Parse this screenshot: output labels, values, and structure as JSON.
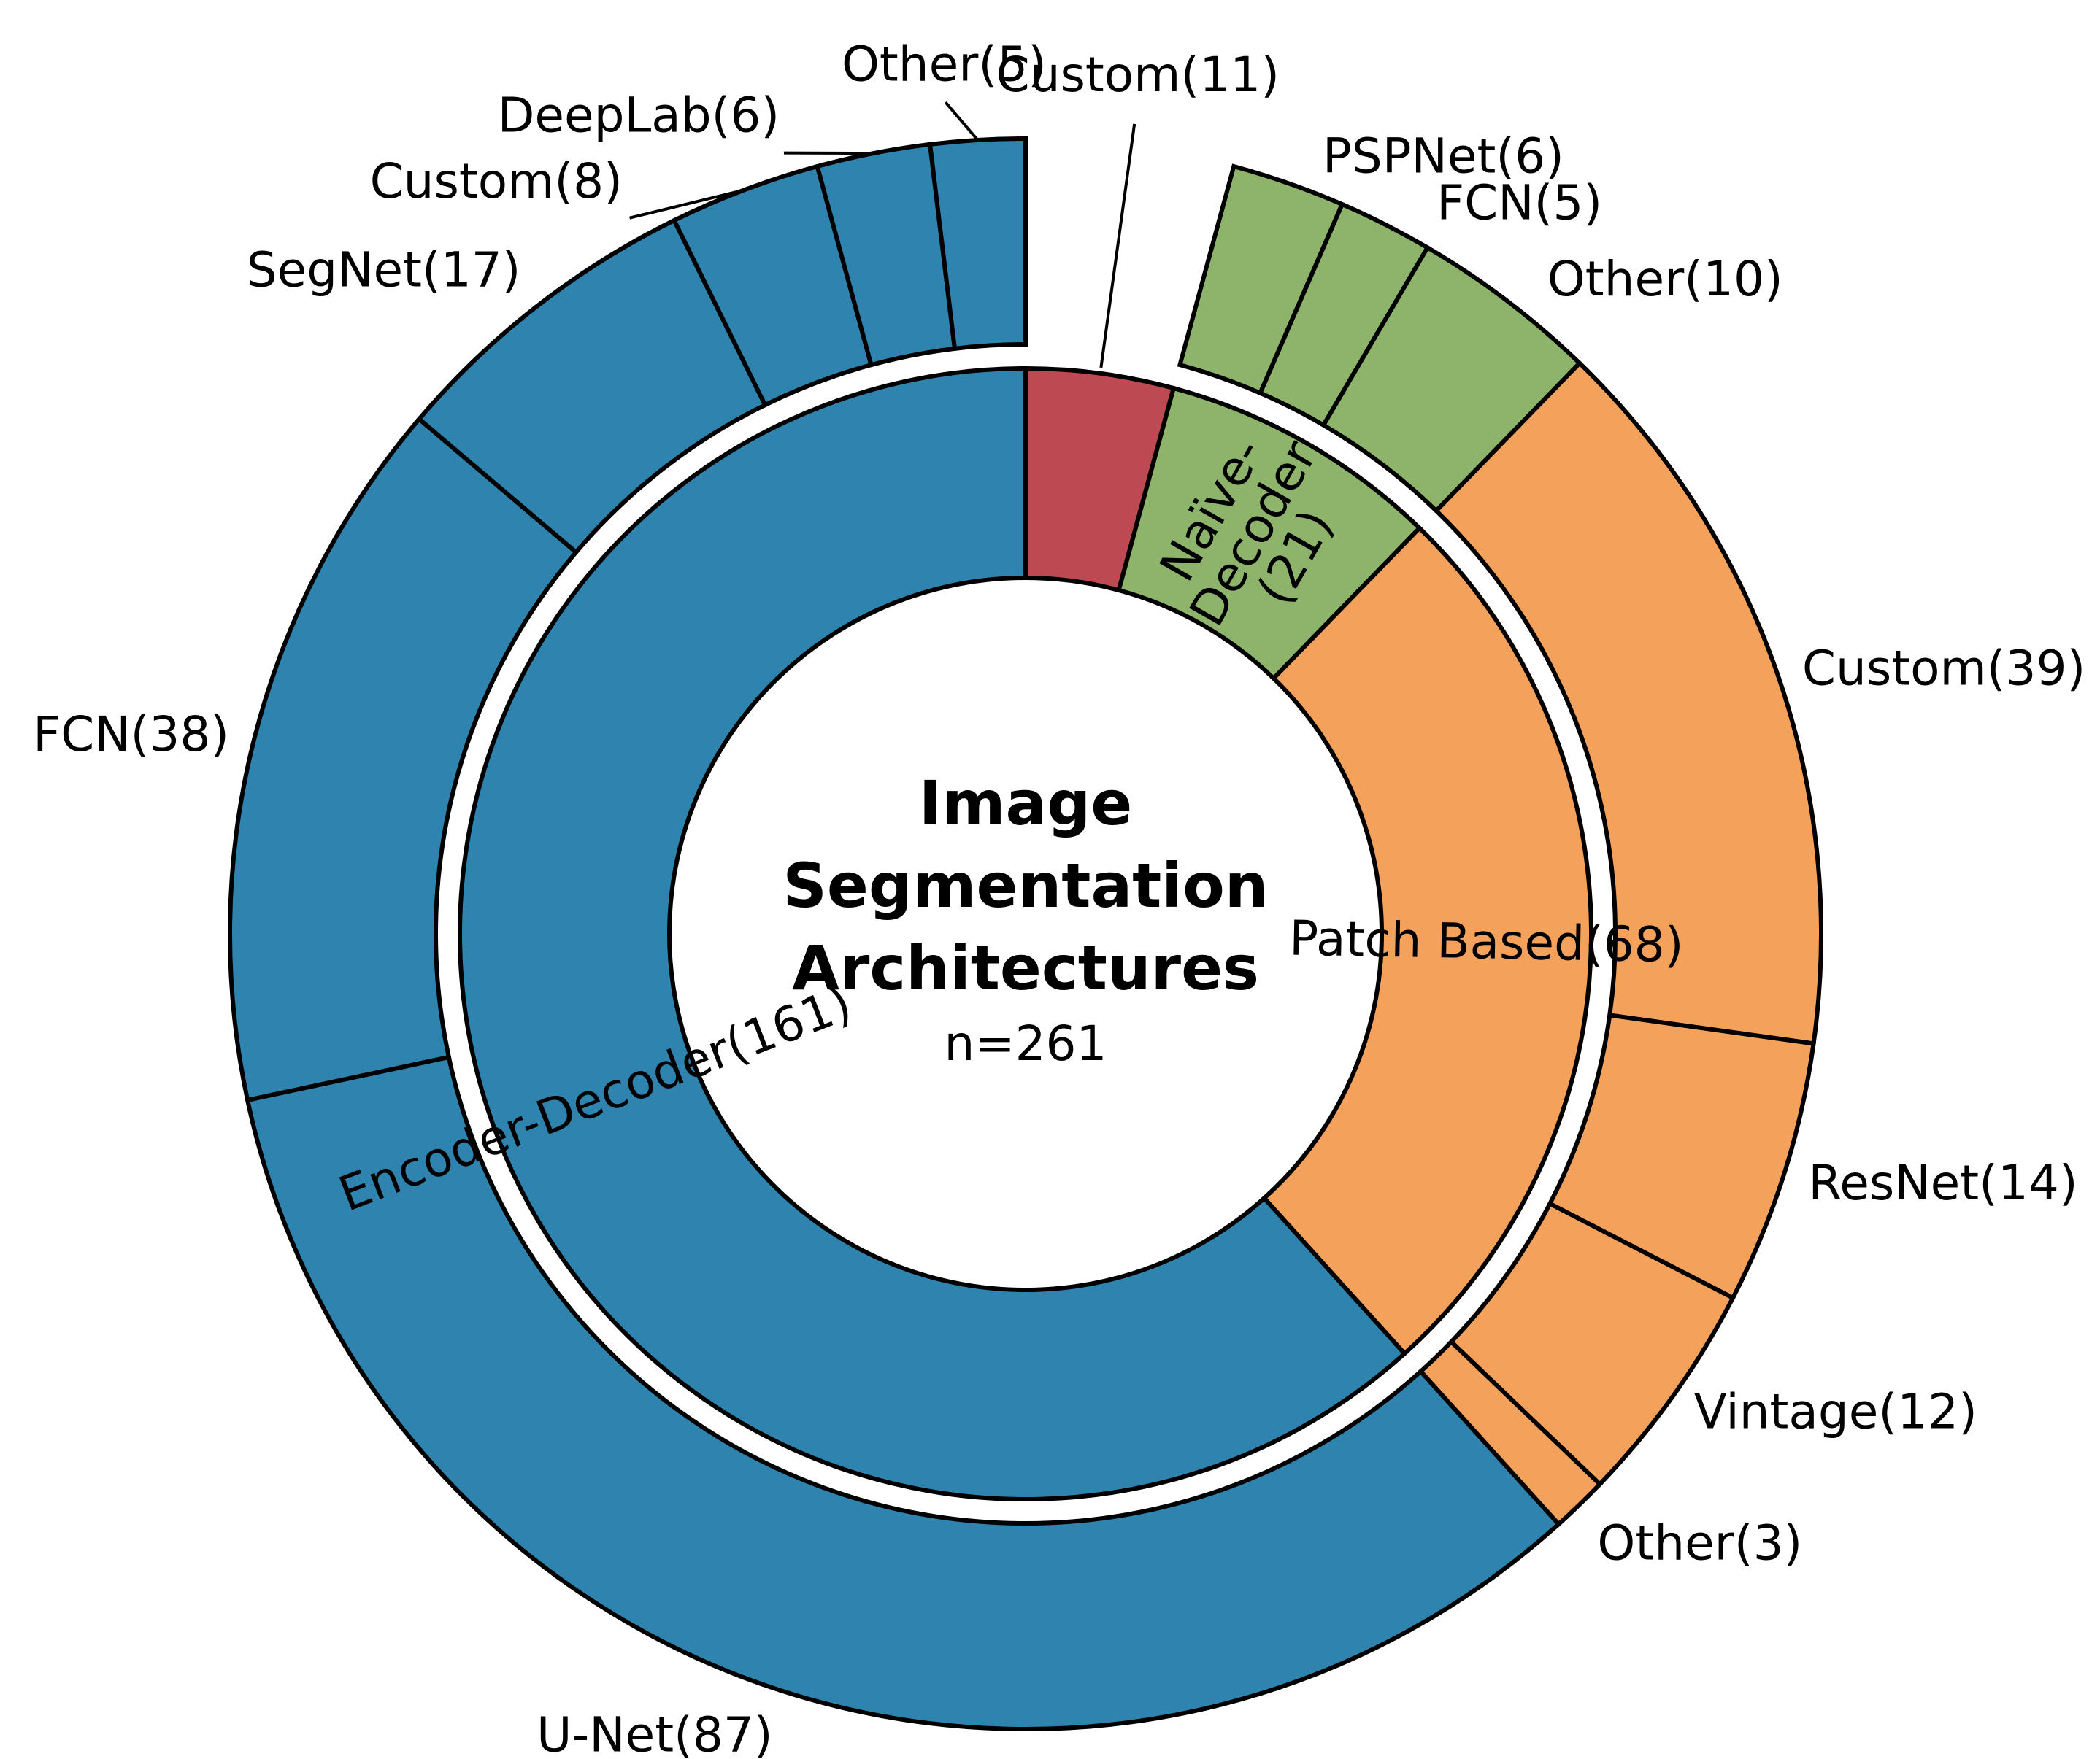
{
  "chart_data": {
    "type": "sunburst",
    "title_lines": [
      "Image",
      "Segmentation",
      "Architectures"
    ],
    "subtitle": "n=261",
    "total": 261,
    "colors": {
      "encoder_decoder": "#2e84ae",
      "patch_based": "#f4a25b",
      "naive_decoder": "#8db46a",
      "custom": "#bd4a52"
    },
    "inner": [
      {
        "key": "custom",
        "label": "",
        "value": 11,
        "color": "#bd4a52"
      },
      {
        "key": "naive_decoder",
        "label": "Naïve-Decoder(21)",
        "lines": [
          "Naïve-",
          "Decoder",
          "(21)"
        ],
        "value": 21,
        "color": "#8db46a"
      },
      {
        "key": "patch_based",
        "label": "Patch Based(68)",
        "value": 68,
        "color": "#f4a25b"
      },
      {
        "key": "encoder_decoder",
        "label": "Encoder-Decoder(161)",
        "value": 161,
        "color": "#2e84ae"
      }
    ],
    "outer": [
      {
        "parent": "custom",
        "label": "Custom(11)",
        "value": 11,
        "visible": false
      },
      {
        "parent": "naive_decoder",
        "label": "PSPNet(6)",
        "value": 6
      },
      {
        "parent": "naive_decoder",
        "label": "FCN(5)",
        "value": 5
      },
      {
        "parent": "naive_decoder",
        "label": "Other(10)",
        "value": 10
      },
      {
        "parent": "patch_based",
        "label": "Custom(39)",
        "value": 39
      },
      {
        "parent": "patch_based",
        "label": "ResNet(14)",
        "value": 14
      },
      {
        "parent": "patch_based",
        "label": "Vintage(12)",
        "value": 12
      },
      {
        "parent": "patch_based",
        "label": "Other(3)",
        "value": 3
      },
      {
        "parent": "encoder_decoder",
        "label": "U-Net(87)",
        "value": 87
      },
      {
        "parent": "encoder_decoder",
        "label": "FCN(38)",
        "value": 38
      },
      {
        "parent": "encoder_decoder",
        "label": "SegNet(17)",
        "value": 17
      },
      {
        "parent": "encoder_decoder",
        "label": "Custom(8)",
        "value": 8
      },
      {
        "parent": "encoder_decoder",
        "label": "DeepLab(6)",
        "value": 6
      },
      {
        "parent": "encoder_decoder",
        "label": "Other(5)",
        "value": 5
      }
    ]
  }
}
